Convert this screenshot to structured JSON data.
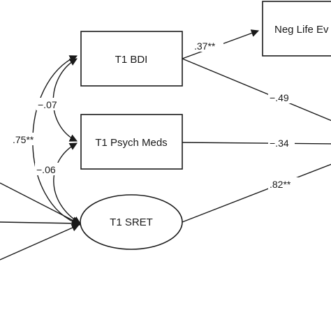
{
  "nodes": {
    "neg_life": "Neg Life Ev",
    "bdi": "T1 BDI",
    "meds": "T1 Psych Meds",
    "sret": "T1 SRET"
  },
  "paths": {
    "bdi_to_neglife": ".37**",
    "bdi_out": "−.49",
    "meds_out": "−.34",
    "sret_out": ".82**",
    "cov_bdi_meds": "−.07",
    "cov_meds_sret": "−.06",
    "cov_bdi_sret": ".75**"
  },
  "colors": {
    "ink": "#1a1a1a",
    "background": "#ffffff"
  }
}
